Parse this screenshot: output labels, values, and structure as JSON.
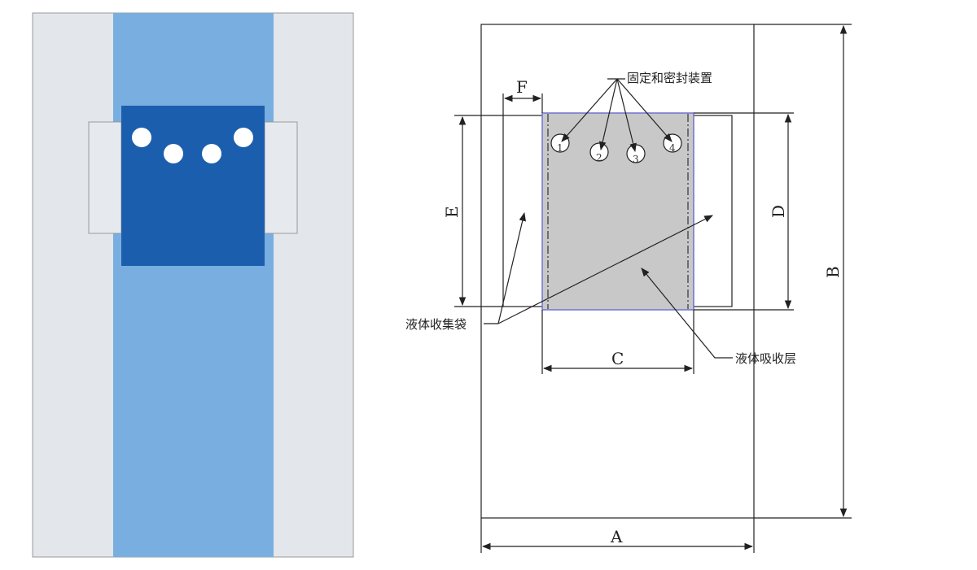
{
  "colors": {
    "panel_bg": "#e3e6ea",
    "center_band": "#78aee0",
    "main_block": "#1c5eae",
    "hole": "#ffffff",
    "absorb_fill": "#c8c8c8",
    "outline_blue": "#7070d0"
  },
  "left_figure": {
    "hole_count": 4
  },
  "right_figure": {
    "dims": {
      "a": "A",
      "b": "B",
      "c": "C",
      "d": "D",
      "e": "E",
      "f": "F"
    },
    "labels": {
      "fixing_device": "固定和密封装置",
      "collection_bag": "液体收集袋",
      "absorbent_layer": "液体吸收层"
    },
    "hole_numbers": [
      "1",
      "2",
      "3",
      "4"
    ]
  }
}
